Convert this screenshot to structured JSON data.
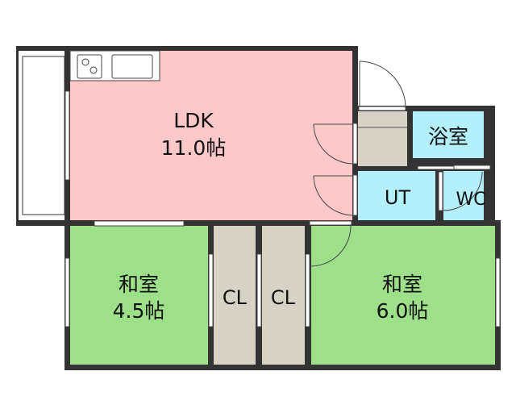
{
  "rooms": {
    "ldk": {
      "name": "LDK",
      "size": "11.0帖"
    },
    "bath": {
      "name": "浴室"
    },
    "ut": {
      "name": "UT"
    },
    "wc": {
      "name": "WC"
    },
    "washitsu1": {
      "name": "和室",
      "size": "4.5帖"
    },
    "closet1": {
      "name": "CL"
    },
    "closet2": {
      "name": "CL"
    },
    "washitsu2": {
      "name": "和室",
      "size": "6.0帖"
    }
  },
  "colors": {
    "wall": "#333333",
    "ldk": "#fec8c8",
    "wet": "#b3f0fc",
    "washitsu": "#9ee08a",
    "storage": "#d6d2c4"
  }
}
